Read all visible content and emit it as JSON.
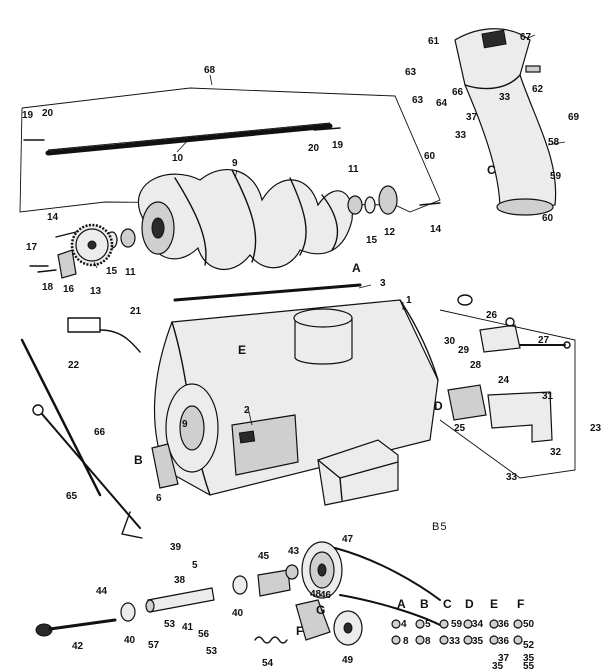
{
  "plate_code": "B5",
  "colors": {
    "ink": "#111111",
    "paper": "#ffffff"
  },
  "callouts": {
    "c1": "1",
    "c2": "2",
    "c3": "3",
    "c4": "4",
    "c5": "5",
    "c6": "6",
    "c8": "8",
    "c9a": "9",
    "c9b": "9",
    "c10": "10",
    "c11a": "11",
    "c11b": "11",
    "c12": "12",
    "c13": "13",
    "c14a": "14",
    "c14b": "14",
    "c15a": "15",
    "c15b": "15",
    "c16": "16",
    "c17": "17",
    "c18": "18",
    "c19a": "19",
    "c19b": "19",
    "c20a": "20",
    "c20b": "20",
    "c21": "21",
    "c22": "22",
    "c23": "23",
    "c24": "24",
    "c25": "25",
    "c26": "26",
    "c27": "27",
    "c28": "28",
    "c29": "29",
    "c30": "30",
    "c31": "31",
    "c32": "32",
    "c33a": "33",
    "c33b": "33",
    "c33c": "33",
    "c33d": "33",
    "c34": "34",
    "c35a": "35",
    "c35b": "35",
    "c35c": "35",
    "c36a": "36",
    "c36b": "36",
    "c37a": "37",
    "c37b": "37",
    "c38": "38",
    "c39": "39",
    "c40a": "40",
    "c40b": "40",
    "c41": "41",
    "c42": "42",
    "c43": "43",
    "c44": "44",
    "c45": "45",
    "c46": "46",
    "c47": "47",
    "c48": "48",
    "c49": "49",
    "c50": "50",
    "c52": "52",
    "c53a": "53",
    "c53b": "53",
    "c54": "54",
    "c55": "55",
    "c56": "56",
    "c57": "57",
    "c58": "58",
    "c59a": "59",
    "c59b": "59",
    "c60a": "60",
    "c60b": "60",
    "c61": "61",
    "c62": "62",
    "c63a": "63",
    "c63b": "63",
    "c64": "64",
    "c65": "65",
    "c66a": "66",
    "c66b": "66",
    "c67": "67",
    "c68": "68",
    "c69": "69",
    "lA1": "A",
    "lA2": "A",
    "lB1": "B",
    "lB2": "B",
    "lC1": "C",
    "lC2": "C",
    "lD1": "D",
    "lD2": "D",
    "lE1": "E",
    "lE2": "E",
    "lF1": "F",
    "lF2": "F",
    "lG": "G"
  }
}
